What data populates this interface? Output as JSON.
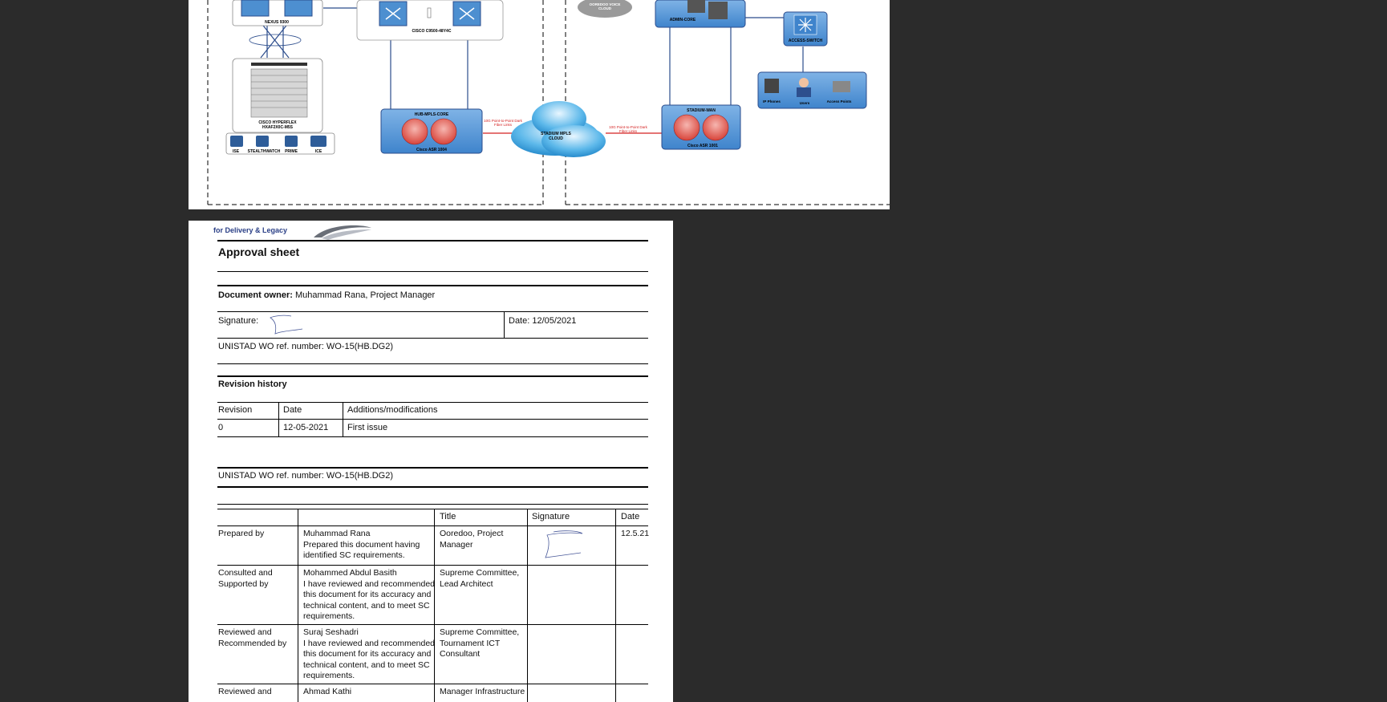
{
  "diagram": {
    "devices": {
      "nexus": "NEXUS 9300",
      "catalyst": "CISCO C9500-48Y4C",
      "hyperflex": "CISCO HYPERFLEX HXAF2X0C-M5S",
      "ise": "ISE",
      "stealthwatch": "STEALTHWATCH",
      "prime": "PRIME",
      "ice": "ICE",
      "hub_core": "HUB-MPLS-CORE",
      "hub_router": "Cisco ASR 1004",
      "cloud": "STADIUM MPLS CLOUD",
      "voice_cloud": "OOREDOO VOICE CLOUD",
      "admin_core": "ADMIN-CORE",
      "access_switch": "ACCESS-SWITCH",
      "stadium_wan": "STADIUM-WAN",
      "stadium_router": "Cisco ASR 1001",
      "ip_phones": "IP Phones",
      "users": "Users",
      "access_points": "Access Points"
    },
    "link_left": "10G Point-to-Point Dark Fiber Links",
    "link_right": "10G Point-to-Point Dark Fiber Links"
  },
  "document": {
    "header_brand": "for Delivery & Legacy",
    "title": "Approval sheet",
    "owner_label": "Document owner:",
    "owner_value": " Muhammad Rana, Project Manager",
    "signature_label": "Signature:",
    "date_label": "Date: 12/05/2021",
    "ref_number_1": "UNISTAD WO ref. number: WO-15(HB.DG2)",
    "revision_heading": "Revision history",
    "revision_table": {
      "headers": [
        "Revision",
        "Date",
        "Additions/modifications"
      ],
      "rows": [
        [
          "0",
          "12-05-2021",
          "First issue"
        ]
      ]
    },
    "ref_number_2": "UNISTAD WO ref. number: WO-15(HB.DG2)",
    "approval_table": {
      "headers": [
        "",
        "",
        "Title",
        "Signature",
        "Date"
      ],
      "rows": [
        {
          "role": "Prepared by",
          "name": "Muhammad Rana",
          "note": "Prepared this document having identified SC requirements.",
          "title": "Ooredoo, Project Manager",
          "date": "12.5.21"
        },
        {
          "role": "Consulted and Supported by",
          "name": "Mohammed Abdul Basith",
          "note": "I have reviewed and recommended this document for its accuracy and technical content, and to meet SC requirements.",
          "title": "Supreme Committee, Lead Architect",
          "date": ""
        },
        {
          "role": "Reviewed and Recommended by",
          "name": "Suraj Seshadri",
          "note": "I have reviewed and recommended this document for its accuracy and technical content, and to meet SC requirements.",
          "title": "Supreme Committee, Tournament ICT Consultant",
          "date": ""
        },
        {
          "role": "Reviewed and",
          "name": "Ahmad Kathi",
          "note": "",
          "title": "Manager Infrastructure",
          "date": ""
        }
      ]
    }
  }
}
